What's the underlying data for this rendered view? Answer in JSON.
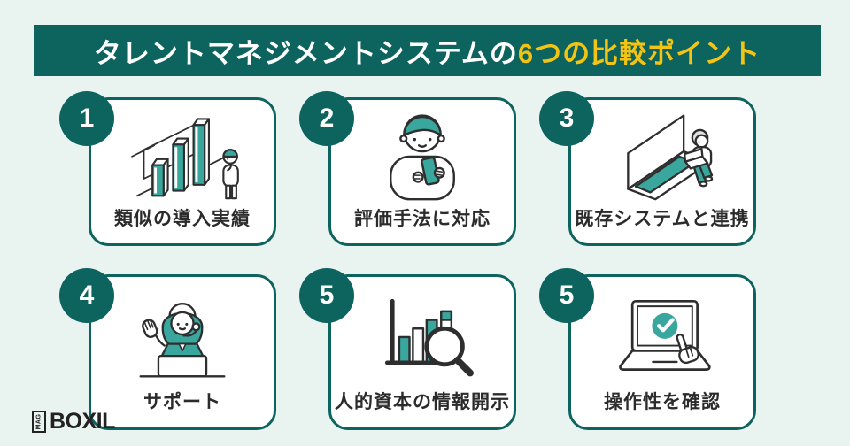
{
  "page": {
    "background_color": "#e9f3ef"
  },
  "header": {
    "title_normal": "タレントマネジメントシステムの",
    "title_highlight": "6つの比較ポイント",
    "band_color": "#0d635e",
    "title_color": "#ffffff",
    "highlight_color": "#f3c414"
  },
  "cards": [
    {
      "number": "1",
      "label": "類似の導入実績",
      "icon": "isometric-bar-chart-thinking-person-icon"
    },
    {
      "number": "2",
      "label": "評価手法に対応",
      "icon": "person-using-smartphone-icon"
    },
    {
      "number": "3",
      "label": "既存システムと連携",
      "icon": "person-sitting-on-large-laptop-icon"
    },
    {
      "number": "4",
      "label": "サポート",
      "icon": "support-operator-headset-icon"
    },
    {
      "number": "5",
      "label": "人的資本の情報開示",
      "icon": "bar-chart-magnifying-glass-icon"
    },
    {
      "number": "5",
      "label": "操作性を確認",
      "icon": "laptop-checkmark-pointing-hand-icon"
    }
  ],
  "colors": {
    "accent_teal": "#0d635e",
    "illustration_teal": "#3aa79e",
    "card_background": "#ffffff",
    "card_border": "#0d635e",
    "label_text": "#2b2b2b"
  },
  "footer": {
    "logo_mag": "MAG",
    "logo_text": "BOXIL"
  }
}
